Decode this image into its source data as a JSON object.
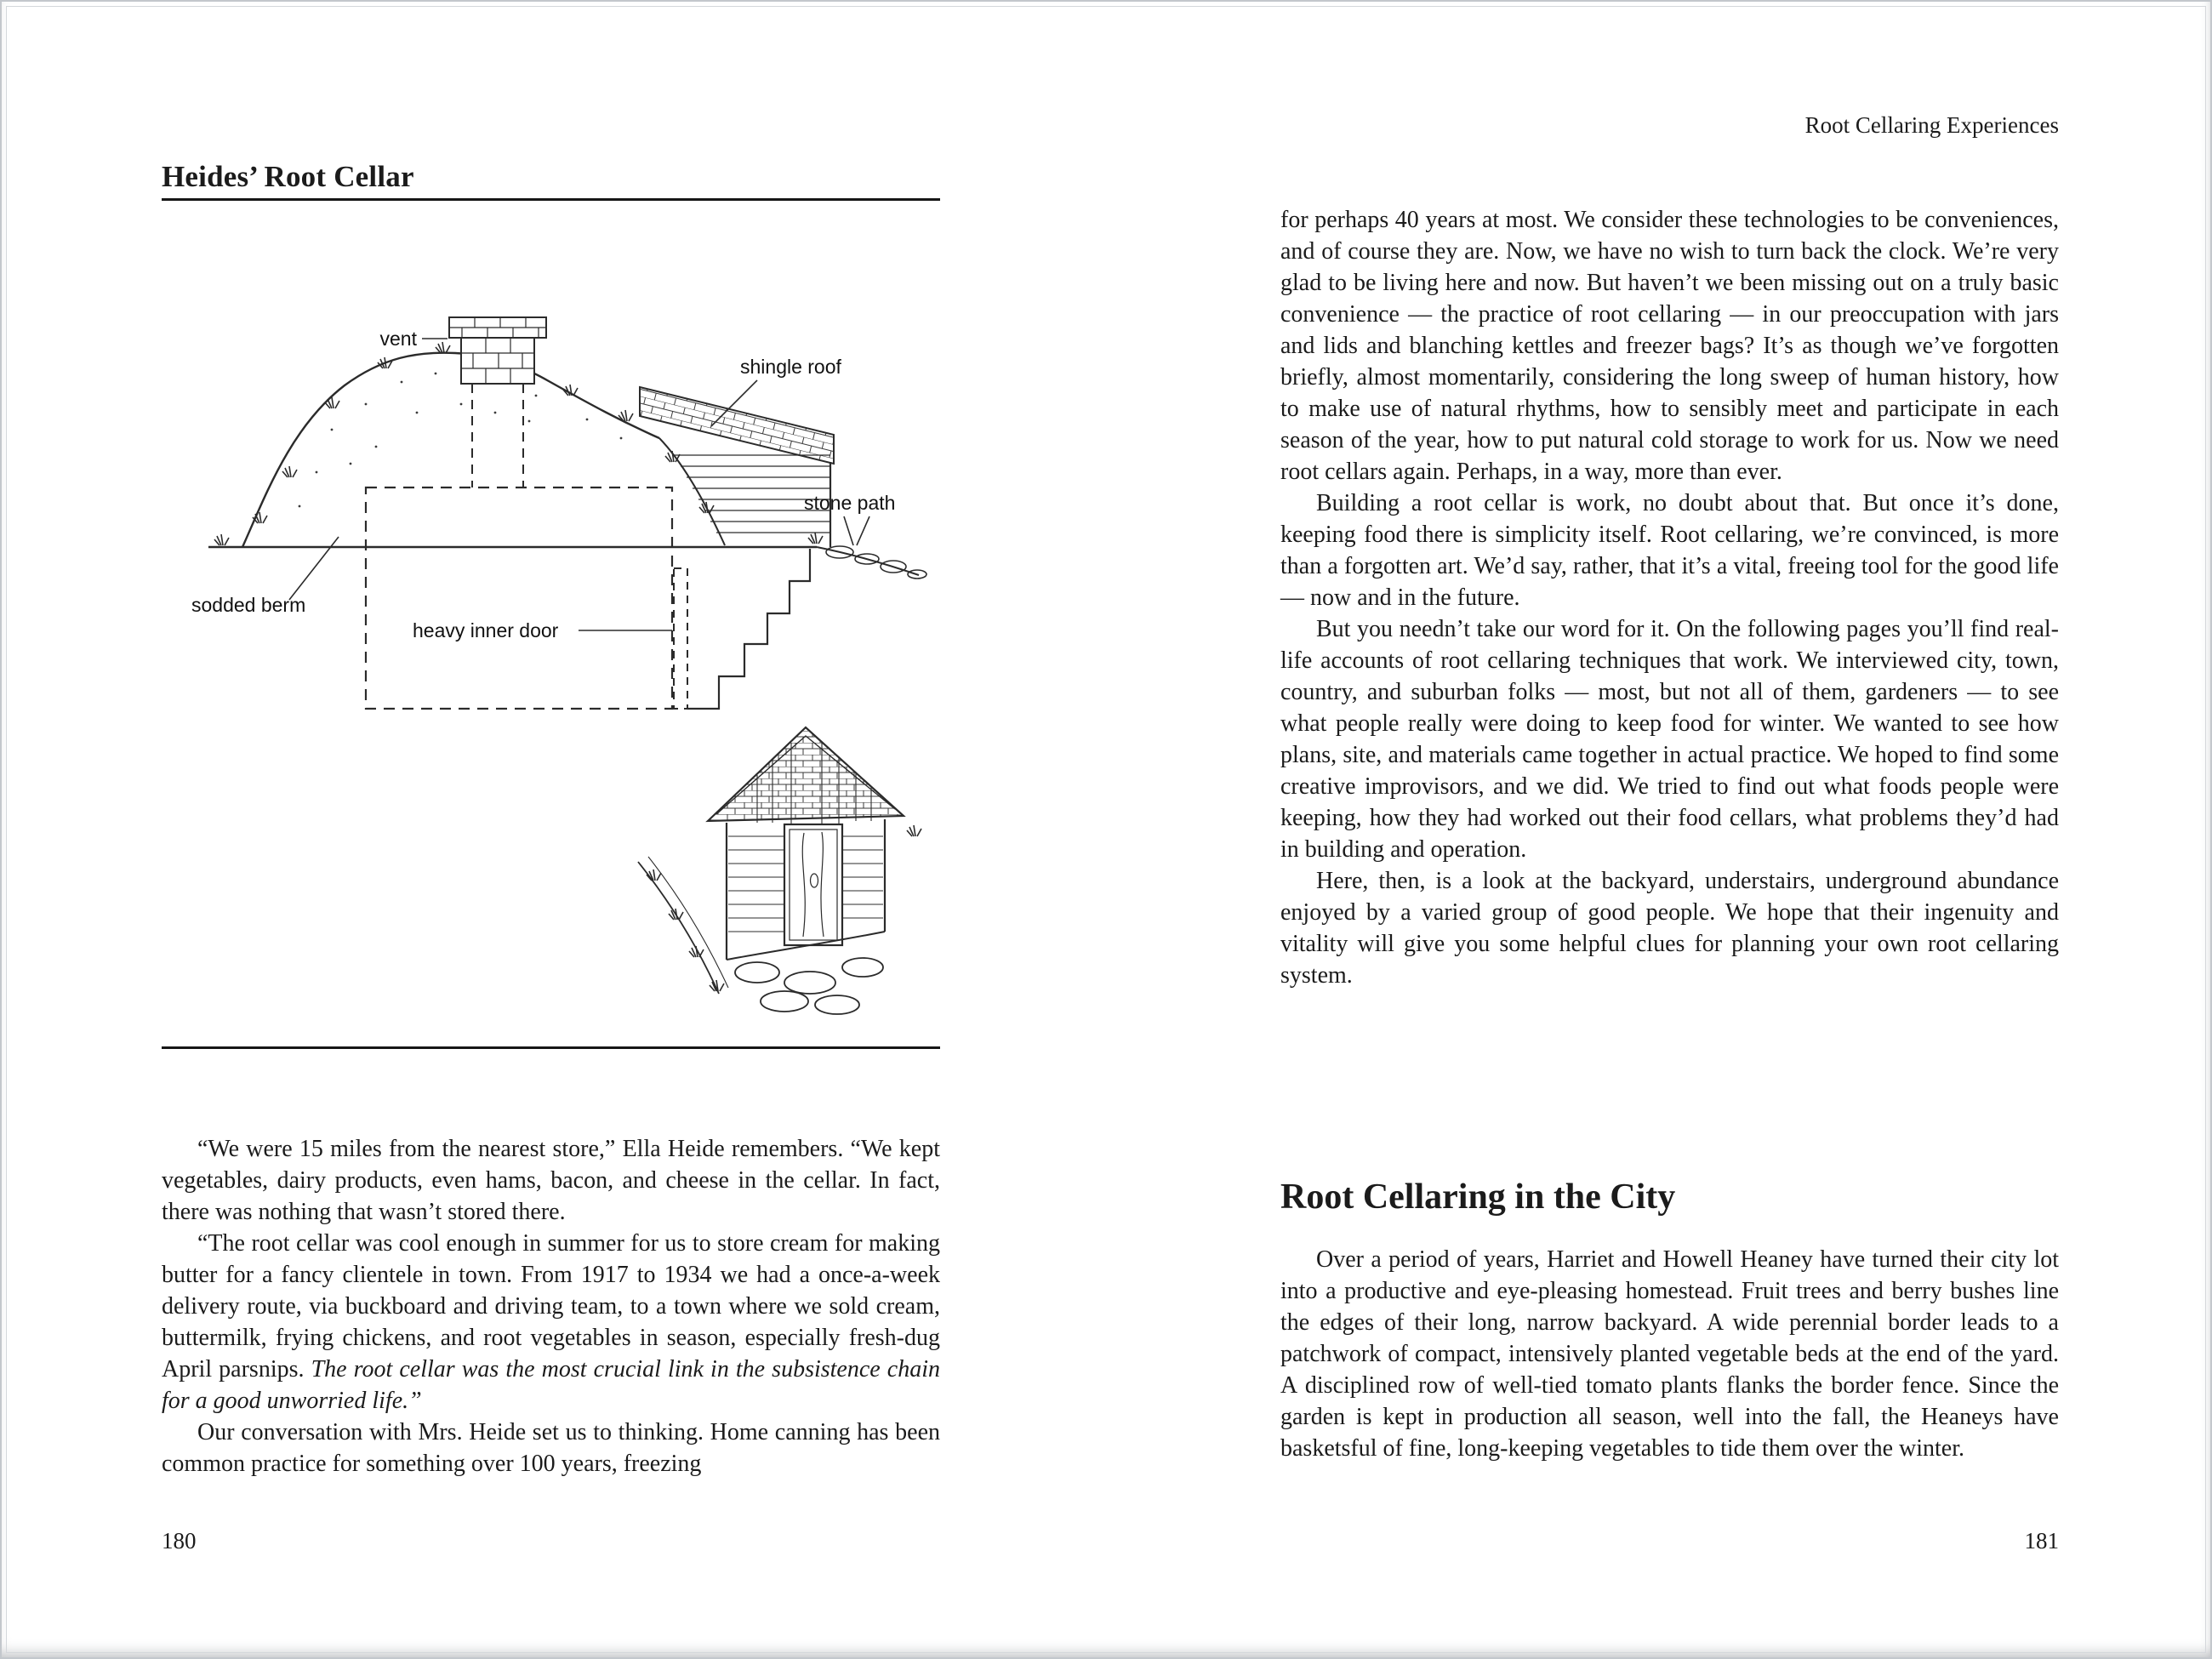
{
  "left_page": {
    "heading": "Heides’ Root Cellar",
    "diagram_labels": {
      "vent": "vent",
      "shingle_roof": "shingle roof",
      "stone_path": "stone path",
      "sodded_berm": "sodded berm",
      "heavy_inner_door": "heavy inner door"
    },
    "body": {
      "p1": "“We were 15 miles from the nearest store,” Ella Heide remembers. “We kept vegetables, dairy products, even hams, bacon, and cheese in the cellar. In fact, there was nothing that wasn’t stored there.",
      "p2_regular": "“The root cellar was cool enough in summer for us to store cream for making butter for a fancy clientele in town. From 1917 to 1934 we had a once-a-week delivery route, via buckboard and driving team, to a town where we sold cream, buttermilk, frying chickens, and root vegetables in season, especially fresh-dug April parsnips. ",
      "p2_italic": "The root cellar was the most crucial link in the subsistence chain for a good unworried life.”",
      "p3": "Our conversation with Mrs. Heide set us to thinking. Home canning has been common practice for something over 100 years, freezing"
    },
    "page_number": "180"
  },
  "right_page": {
    "running_head": "Root Cellaring Experiences",
    "body": {
      "p1": "for perhaps 40 years at most. We consider these technologies to be conveniences, and of course they are. Now, we have no wish to turn back the clock. We’re very glad to be living here and now. But haven’t we been missing out on a truly basic convenience — the practice of root cellaring — in our preoccupation with jars and lids and blanching kettles and freezer bags? It’s as though we’ve forgotten briefly, almost momentarily, considering the long sweep of human history, how to make use of natural rhythms, how to sensibly meet and participate in each season of the year, how to put natural cold storage to work for us. Now we need root cellars again. Perhaps, in a way, more than ever.",
      "p2": "Building a root cellar is work, no doubt about that. But once it’s done, keeping food there is simplicity itself. Root cellaring, we’re convinced, is more than a forgotten art. We’d say, rather, that it’s a vital, freeing tool for the good life — now and in the future.",
      "p3": "But you needn’t take our word for it. On the following pages you’ll find real-life accounts of root cellaring techniques that work. We interviewed city, town, country, and suburban folks — most, but not all of them, gardeners — to see what people really were doing to keep food for winter. We wanted to see how plans, site, and materials came together in actual practice. We hoped to find some creative improvisors, and we did. We tried to find out what foods people were keeping, how they had worked out their food cellars, what problems they’d had in building and operation.",
      "p4": "Here, then, is a look at the backyard, understairs, underground abundance enjoyed by a varied group of good people. We hope that their ingenuity and vitality will give you some helpful clues for planning your own root cellaring system."
    },
    "section": {
      "heading": "Root Cellaring in the City",
      "p1": "Over a period of years, Harriet and Howell Heaney have turned their city lot into a productive and eye-pleasing homestead. Fruit trees and berry bushes line the edges of their long, narrow backyard. A wide perennial border leads to a patchwork of compact, intensively planted vegetable beds at the end of the yard. A disciplined row of well-tied tomato plants flanks the border fence. Since the garden is kept in production all season, well into the fall, the Heaneys have basketsful of fine, long-keeping vegetables to tide them over the winter."
    },
    "page_number": "181"
  }
}
